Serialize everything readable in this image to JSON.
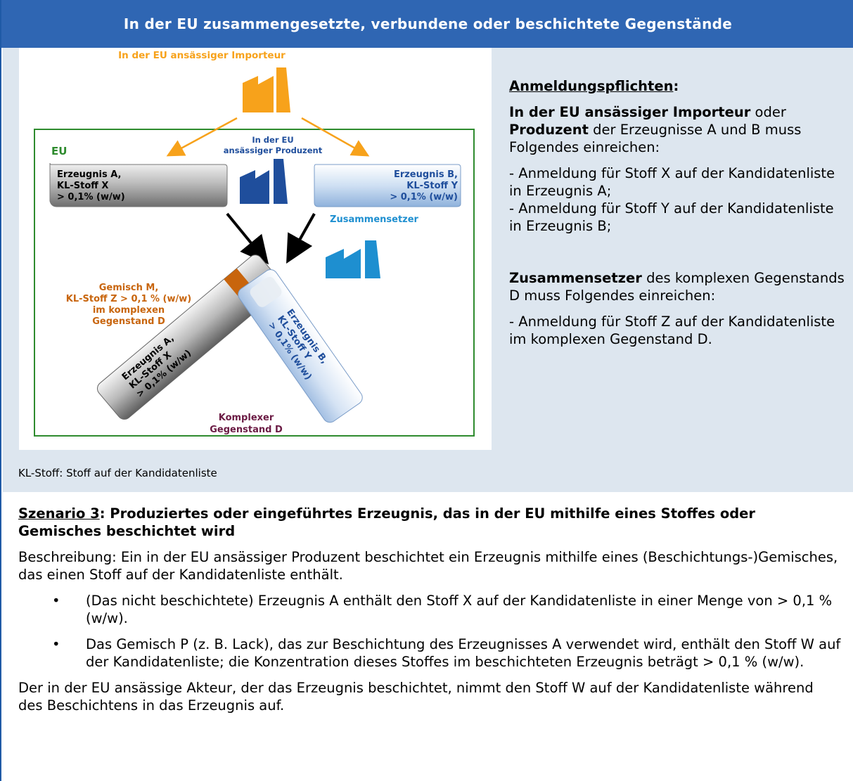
{
  "header": {
    "title": "In der EU zusammengesetzte, verbundene oder beschichtete Gegenstände"
  },
  "diagram": {
    "importer_label": "In der EU ansässiger Importeur",
    "eu_label": "EU",
    "producer_label_line1": "In der EU",
    "producer_label_line2": "ansässiger Produzent",
    "article_a_line1": "Erzeugnis A,",
    "article_a_line2": "KL-Stoff X",
    "article_a_line3": "> 0,1% (w/w)",
    "article_b_line1": "Erzeugnis B,",
    "article_b_line2": "KL-Stoff Y",
    "article_b_line3": "> 0,1% (w/w)",
    "assembler_label": "Zusammensetzer",
    "mixture_line1": "Gemisch M,",
    "mixture_line2": "KL-Stoff Z > 0,1 % (w/w)",
    "mixture_line3": "im komplexen",
    "mixture_line4": "Gegenstand D",
    "tube_a_line1": "Erzeugnis A,",
    "tube_a_line2": "KL-Stoff X",
    "tube_a_line3": "> 0,1% (w/w)",
    "tube_b_line1": "Erzeugnis B,",
    "tube_b_line2": "KL-Stoff Y",
    "tube_b_line3": "> 0,1% (w/w)",
    "complex_line1": "Komplexer",
    "complex_line2": "Gegenstand D",
    "colors": {
      "orange": "#f7a21b",
      "darkblue": "#1f4e9c",
      "lightblue": "#1e8fd0",
      "green": "#2e8b2e",
      "mixture": "#c8650d",
      "complex": "#6b1b44"
    }
  },
  "right": {
    "title": "Anmeldungspflichten",
    "title_colon": ":",
    "p1_bold1": "In der EU ansässiger Importeur",
    "p1_oder": " oder ",
    "p1_bold2": "Produzent",
    "p1_rest": " der Erzeugnisse A und B muss Folgendes einreichen:",
    "item1": "- Anmeldung für Stoff X auf der Kandidatenliste in Erzeugnis A;",
    "item2": "- Anmeldung für Stoff Y auf der Kandidatenliste in Erzeugnis B;",
    "p2_bold": "Zusammensetzer",
    "p2_rest": " des komplexen Gegenstands D muss Folgendes einreichen:",
    "item3": "- Anmeldung für Stoff Z auf der Kandidatenliste im komplexen Gegenstand D."
  },
  "caption": "KL-Stoff: Stoff auf der Kandidatenliste",
  "scenario": {
    "heading_underlined": "Szenario 3",
    "heading_rest": ": Produziertes oder eingeführtes Erzeugnis, das in der EU mithilfe eines Stoffes oder Gemisches beschichtet wird",
    "description": "Beschreibung: Ein in der EU ansässiger Produzent beschichtet ein Erzeugnis mithilfe eines (Beschichtungs-)Gemisches, das einen Stoff auf der Kandidatenliste enthält.",
    "bullet_symbol": "•",
    "bullets": [
      "(Das nicht beschichtete) Erzeugnis A enthält den Stoff X auf der Kandidatenliste in einer Menge von > 0,1 % (w/w).",
      "Das Gemisch P (z. B. Lack), das zur Beschichtung des Erzeugnisses A verwendet wird, enthält den Stoff W auf der Kandidatenliste; die Konzentration dieses Stoffes im beschichteten Erzeugnis beträgt > 0,1 % (w/w)."
    ],
    "closing": "Der in der EU ansässige Akteur, der das Erzeugnis beschichtet, nimmt den Stoff W auf der Kandidatenliste während des Beschichtens in das Erzeugnis auf."
  }
}
